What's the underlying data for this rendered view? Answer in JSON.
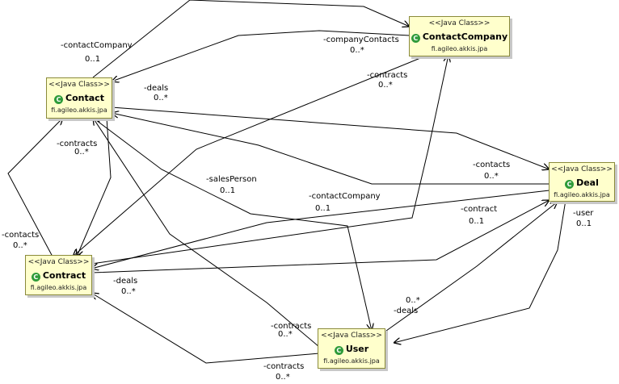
{
  "classes": {
    "contact_company": {
      "stereotype": "<<Java Class>>",
      "name": "ContactCompany",
      "package": "fi.agileo.akkis.jpa",
      "icon": "class-icon"
    },
    "contact": {
      "stereotype": "<<Java Class>>",
      "name": "Contact",
      "package": "fi.agileo.akkis.jpa",
      "icon": "class-icon"
    },
    "deal": {
      "stereotype": "<<Java Class>>",
      "name": "Deal",
      "package": "fi.agileo.akkis.jpa",
      "icon": "class-icon"
    },
    "contract": {
      "stereotype": "<<Java Class>>",
      "name": "Contract",
      "package": "fi.agileo.akkis.jpa",
      "icon": "class-icon"
    },
    "user": {
      "stereotype": "<<Java Class>>",
      "name": "User",
      "package": "fi.agileo.akkis.jpa",
      "icon": "class-icon"
    }
  },
  "labels": {
    "contact_company_role": "-contactCompany",
    "contact_company_mult": "0..1",
    "company_contacts_role": "-companyContacts",
    "company_contacts_mult": "0..*",
    "cc_contracts_role": "-contracts",
    "cc_contracts_mult": "0..*",
    "contact_deals_role": "-deals",
    "contact_deals_mult": "0..*",
    "contact_contracts_role": "-contracts",
    "contact_contracts_mult": "0..*",
    "sales_person_role": "-salesPerson",
    "sales_person_mult": "0..1",
    "deal_contacts_role": "-contacts",
    "deal_contacts_mult": "0..*",
    "contract_contact_company_role": "-contactCompany",
    "contract_contact_company_mult": "0..1",
    "deal_contract_role": "-contract",
    "deal_contract_mult": "0..1",
    "contract_contacts_role": "-contacts",
    "contract_contacts_mult": "0..*",
    "contract_deals_role": "-deals",
    "contract_deals_mult": "0..*",
    "deal_user_role": "-user",
    "deal_user_mult": "0..1",
    "user_deals_mult": "0..*",
    "user_deals_role": "-deals",
    "user_contracts_role": "-contracts",
    "user_contracts_mult": "0..*",
    "contract_user_contracts_role": "-contracts",
    "contract_user_contracts_mult": "0..*"
  },
  "colors": {
    "class_fill": "#ffffcc",
    "class_border": "#8a8a3a",
    "class_icon": "#2f9b3a",
    "edge": "#000000"
  }
}
